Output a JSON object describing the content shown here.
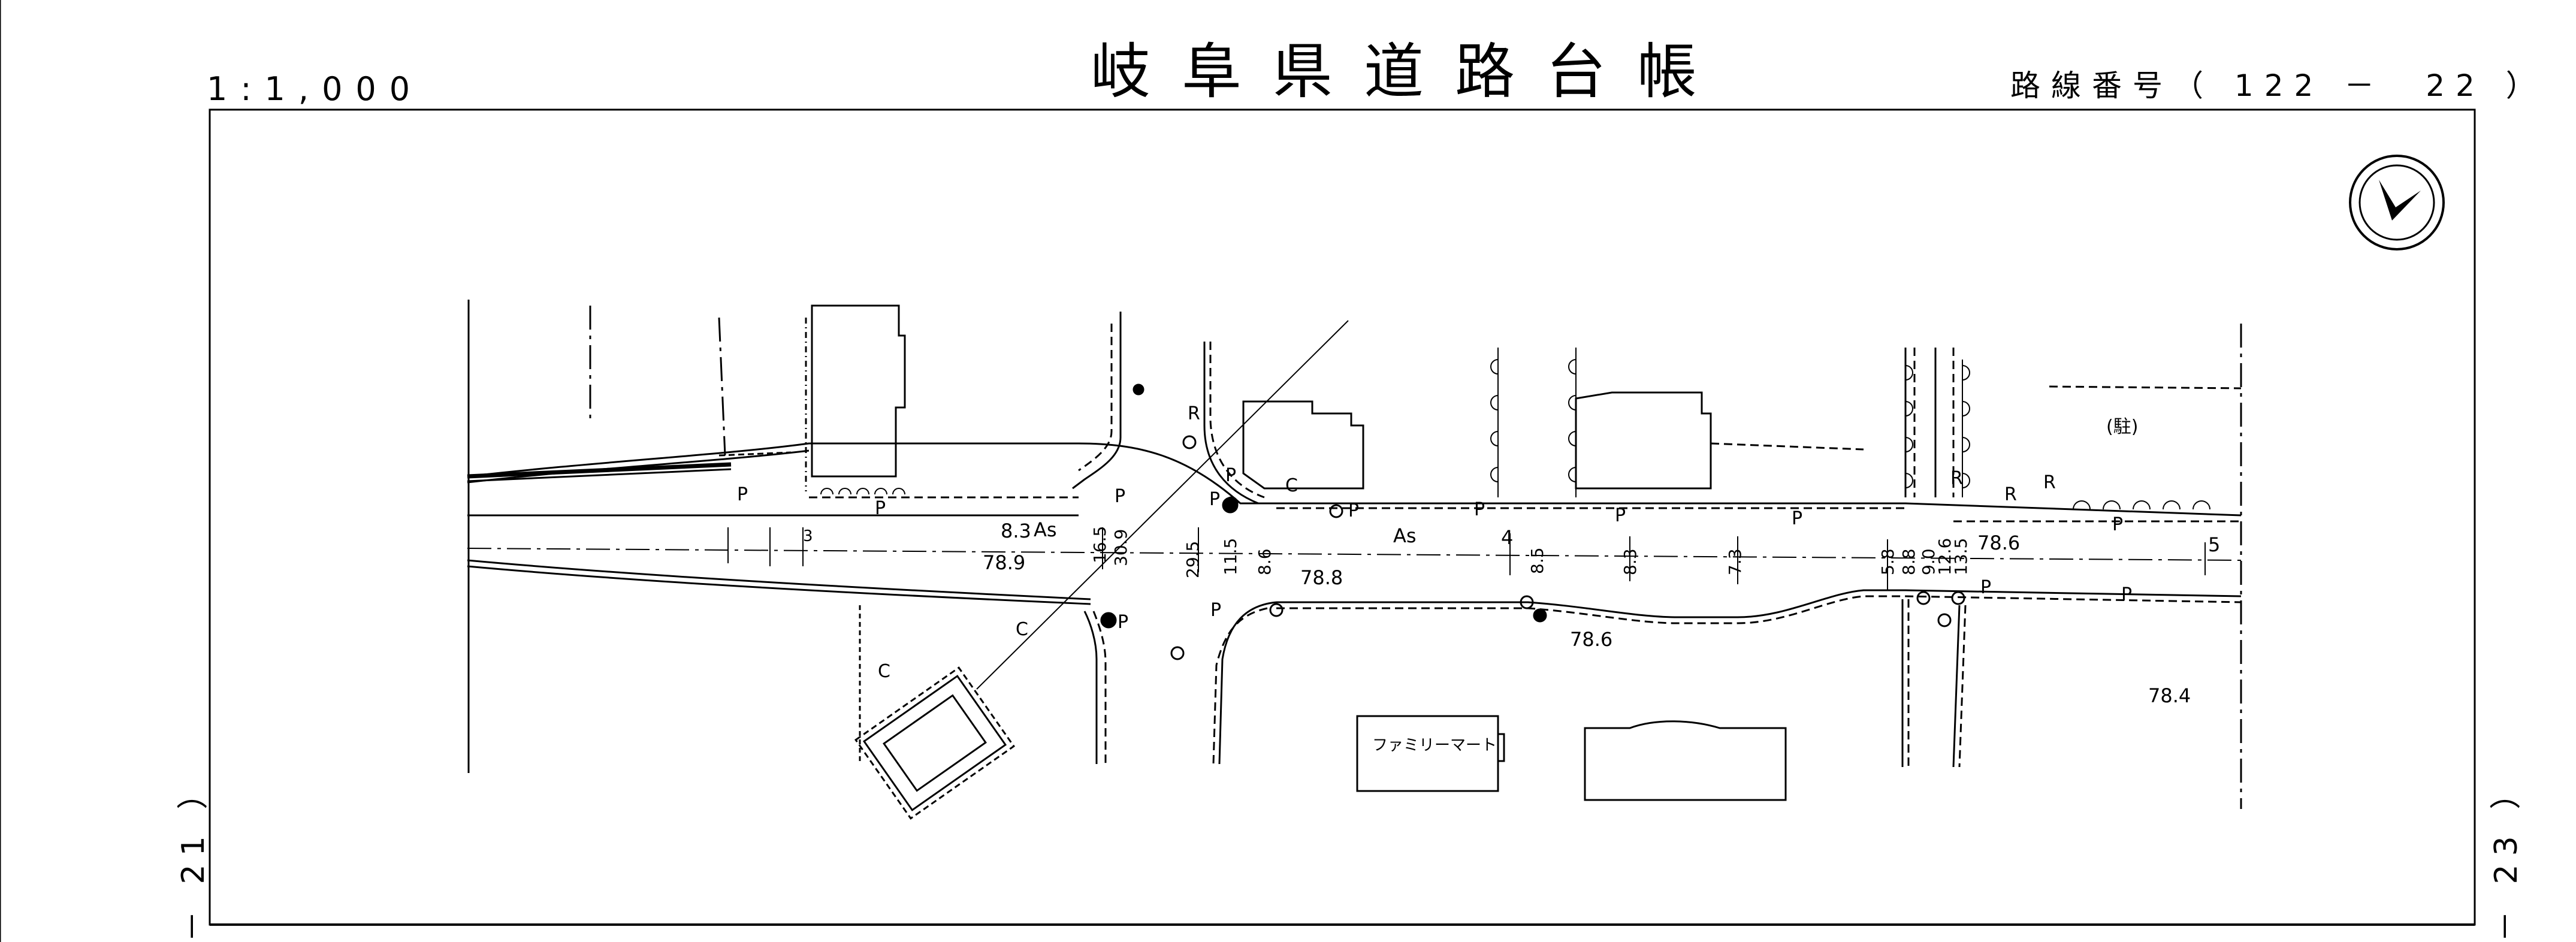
{
  "header": {
    "title": "岐阜県道路台帳",
    "scale": "1:1,000",
    "route_label": "路線番号（ 122 －　22 ）"
  },
  "sheet_links": {
    "left": "－ 21 ）",
    "right": "－ 23 ）"
  },
  "map": {
    "north_arrow": "north-arrow",
    "store_label": "ファミリーマート",
    "parking_label": "(駐)",
    "pavement": "As",
    "elevations": [
      "78.9",
      "78.8",
      "78.6",
      "78.6",
      "78.4"
    ],
    "widths": [
      "8.3",
      "16.5",
      "30.9",
      "29.5",
      "11.5",
      "8.6",
      "8.5",
      "8.3",
      "7.3",
      "5.8",
      "8.8",
      "9.0",
      "12.6",
      "13.5",
      "4",
      "5",
      "3"
    ],
    "symbols": [
      "P",
      "R",
      "C"
    ]
  }
}
